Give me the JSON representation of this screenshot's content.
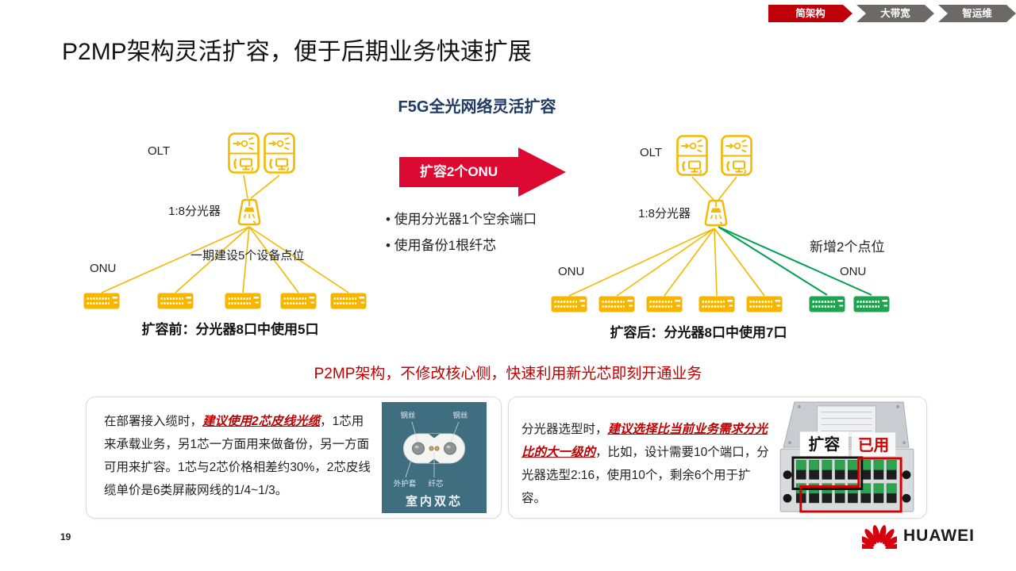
{
  "breadcrumb": {
    "tabs": [
      {
        "label": "简架构",
        "active": true
      },
      {
        "label": "大带宽",
        "active": false
      },
      {
        "label": "智运维",
        "active": false
      }
    ]
  },
  "title": "P2MP架构灵活扩容，便于后期业务快速扩展",
  "subtitle": "F5G全光网络灵活扩容",
  "before": {
    "olt_label": "OLT",
    "splitter_label": "1:8分光器",
    "phase_label": "一期建设5个设备点位",
    "onu_label": "ONU",
    "caption": "扩容前：分光器8口中使用5口"
  },
  "expansion": {
    "arrow_label": "扩容2个ONU",
    "bullets": [
      "• 使用分光器1个空余端口",
      "• 使用备份1根纤芯"
    ]
  },
  "after": {
    "olt_label": "OLT",
    "splitter_label": "1:8分光器",
    "new_points_label": "新增2个点位",
    "onu_label_left": "ONU",
    "onu_label_right": "ONU",
    "caption": "扩容后：分光器8口中使用7口"
  },
  "highlight": "P2MP架构，不修改核心侧，快速利用新光芯即刻开通业务",
  "card_cable": {
    "text_prefix": "在部署接入缆时，",
    "text_em": "建议使用2芯皮线光缆",
    "text_suffix": "，1芯用来承载业务，另1芯一方面用来做备份，另一方面可用来扩容。1芯与2芯价格相差约30%，2芯皮线缆单价是6类屏蔽网线的1/4~1/3。",
    "image": {
      "label_wire_left": "钢丝",
      "label_wire_right": "钢丝",
      "label_sheath": "外护套",
      "label_core": "纤芯",
      "caption": "室内双芯"
    }
  },
  "card_splitter": {
    "text_prefix": "分光器选型时，",
    "text_em": "建议选择比当前业务需求分光比的大一级的",
    "text_suffix": "，比如，设计需要10个端口，分光器选型2:16，使用10个，剩余6个用于扩容。",
    "image": {
      "label_expand": "扩容",
      "label_used": "已用"
    }
  },
  "footer": {
    "page_number": "19",
    "logo_text": "HUAWEI"
  },
  "colors": {
    "gold": "#F5B800",
    "green": "#1FA351",
    "red_text": "#C00000",
    "arrow_red": "#DC0A32",
    "navy_blue": "#1F3864",
    "breadcrumb_gray": "#6D6966"
  }
}
